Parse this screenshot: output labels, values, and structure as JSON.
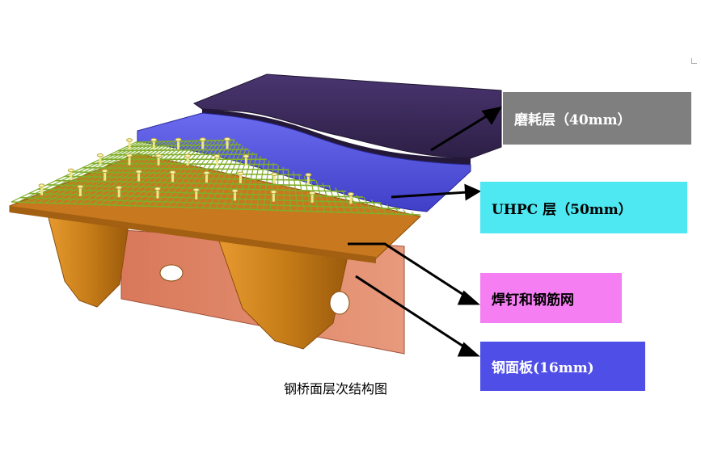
{
  "labels": {
    "wear_layer": "磨耗层（40mm）",
    "uhpc_layer": "UHPC 层（50mm）",
    "studs_mesh": "焊钉和钢筋网",
    "steel_plate": "钢面板(16mm)"
  },
  "caption": "钢桥面层次结构图",
  "colors": {
    "wear_layer_top": "#3d2a5c",
    "uhpc_layer": "#5a5ae0",
    "mesh_bar": "#7fae2a",
    "stud": "#f0e68c",
    "plate_top": "#c8781e",
    "rib": "#c8821e",
    "web_plate": "#e08a6a",
    "label_wear_bg": "#7f7f7f",
    "label_uhpc_bg": "#4de8f2",
    "label_studs_bg": "#f47ef2",
    "label_plate_bg": "#4f4fe8"
  }
}
